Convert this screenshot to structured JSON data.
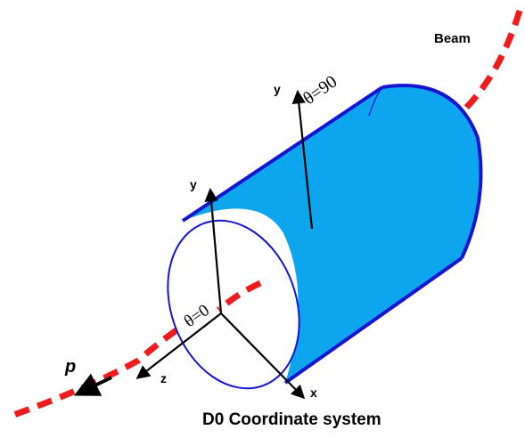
{
  "labels": {
    "beam": "Beam",
    "y_top": "y",
    "theta_90": "θ=90",
    "y_left": "y",
    "theta_0": "θ=0",
    "p": "p",
    "z": "z",
    "x": "x",
    "caption": "D0 Coordinate system"
  },
  "colors": {
    "cylinder_fill": "#0DA6EE",
    "cylinder_edge": "#1414D2",
    "beam": "#EE1C1C",
    "axes": "#000000"
  }
}
